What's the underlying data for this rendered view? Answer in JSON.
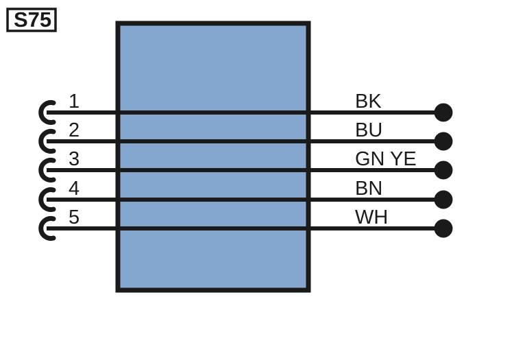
{
  "diagram": {
    "reference_tag": "S75",
    "connector_body": {
      "fill_color": "#85a6cf",
      "stroke_color": "#1a1a1a"
    },
    "line_color": "#1a1a1a",
    "background_color": "#ffffff",
    "pins": [
      {
        "number": "1",
        "wire_code": "BK",
        "left_symbol": "socket-connector-icon",
        "right_symbol": "terminal-dot-icon"
      },
      {
        "number": "2",
        "wire_code": "BU",
        "left_symbol": "socket-connector-icon",
        "right_symbol": "terminal-dot-icon"
      },
      {
        "number": "3",
        "wire_code": "GN YE",
        "left_symbol": "socket-connector-icon",
        "right_symbol": "terminal-dot-icon"
      },
      {
        "number": "4",
        "wire_code": "BN",
        "left_symbol": "socket-connector-icon",
        "right_symbol": "terminal-dot-icon"
      },
      {
        "number": "5",
        "wire_code": "WH",
        "left_symbol": "socket-connector-icon",
        "right_symbol": "terminal-dot-icon"
      }
    ]
  }
}
